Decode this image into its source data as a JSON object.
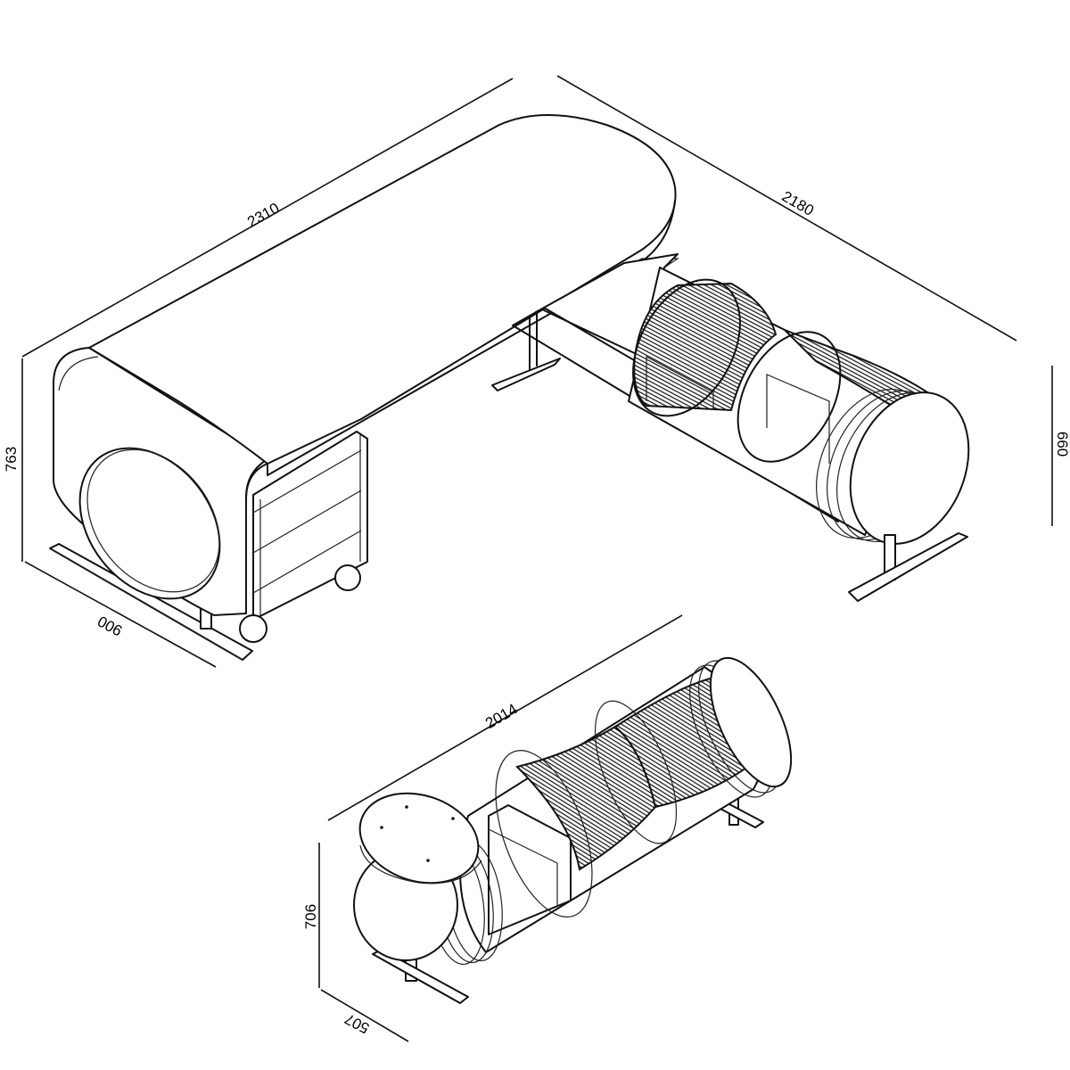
{
  "dimensions": {
    "desk_length": "2310",
    "desk_depth": "900",
    "desk_height": "763",
    "return_length": "2180",
    "return_height": "660",
    "credenza_length": "2014",
    "credenza_height": "706",
    "credenza_depth": "507"
  }
}
